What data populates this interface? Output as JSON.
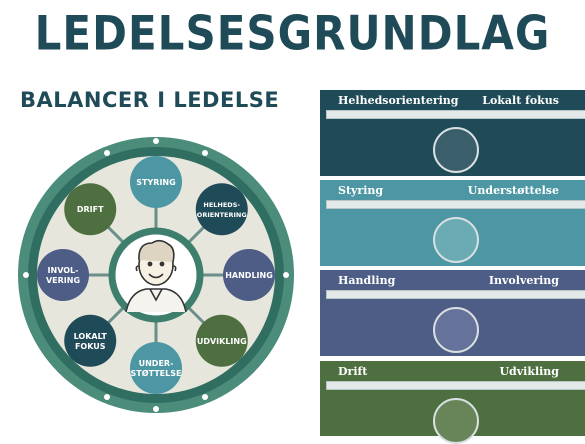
{
  "header": {
    "title": "LEDELSESGRUNDLAG",
    "subtitle": "BALANCER I LEDELSE"
  },
  "wheel": {
    "nodes": [
      {
        "id": "styring",
        "lines": [
          "STYRING"
        ],
        "color": "#4c97a3"
      },
      {
        "id": "helhedsorientering",
        "lines": [
          "HELHEDS-",
          "ORIENTERING"
        ],
        "color": "#1f4a57"
      },
      {
        "id": "handling",
        "lines": [
          "HANDLING"
        ],
        "color": "#4e5d86"
      },
      {
        "id": "udvikling",
        "lines": [
          "UDVIKLING"
        ],
        "color": "#4e6f3f"
      },
      {
        "id": "understottelse",
        "lines": [
          "UNDER-",
          "STØTTELSE"
        ],
        "color": "#4c97a3"
      },
      {
        "id": "lokalt-fokus",
        "lines": [
          "LOKALT",
          "FOKUS"
        ],
        "color": "#1f4a57"
      },
      {
        "id": "involvering",
        "lines": [
          "INVOL-",
          "VERING"
        ],
        "color": "#4e5d86"
      },
      {
        "id": "drift",
        "lines": [
          "DRIFT"
        ],
        "color": "#4e6f3f"
      }
    ]
  },
  "panels": [
    {
      "left": "Helhedsorientering",
      "right": "Lokalt fokus",
      "bg": "#1f4a57",
      "knob": "#3b5f6a",
      "level": 0.5
    },
    {
      "left": "Styring",
      "right": "Understøttelse",
      "bg": "#4c97a3",
      "knob": "#6aabb4",
      "level": 0.5
    },
    {
      "left": "Handling",
      "right": "Involvering",
      "bg": "#4e5d86",
      "knob": "#65739a",
      "level": 0.5
    },
    {
      "left": "Drift",
      "right": "Udvikling",
      "bg": "#4e6f3f",
      "knob": "#68855a",
      "level": 0.5
    }
  ]
}
